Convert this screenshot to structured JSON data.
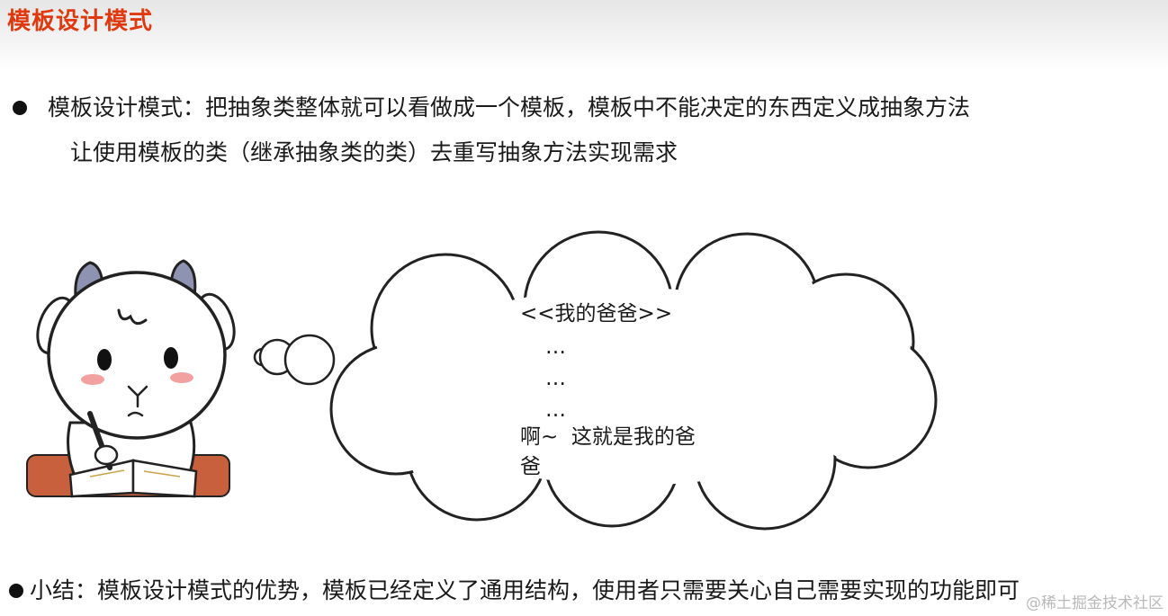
{
  "title": "模板设计模式",
  "bullet1": {
    "line1": "模板设计模式：把抽象类整体就可以看做成一个模板，模板中不能决定的东西定义成抽象方法",
    "line2": "让使用模板的类（继承抽象类的类）去重写抽象方法实现需求"
  },
  "thought_bubble": {
    "heading": "<<我的爸爸>>",
    "ellipsis": [
      "…",
      "…",
      "…"
    ],
    "exclaim_line1": "啊~  这就是我的爸",
    "exclaim_line2": "爸"
  },
  "summary": "小结：模板设计模式的优势，模板已经定义了通用结构，使用者只需要关心自己需要实现的功能即可",
  "watermark": "@稀土掘金技术社区",
  "colors": {
    "title": "#e0390f",
    "horn": "#8f93b2",
    "desk": "#c9603d",
    "cheek": "#f2a0a0"
  }
}
